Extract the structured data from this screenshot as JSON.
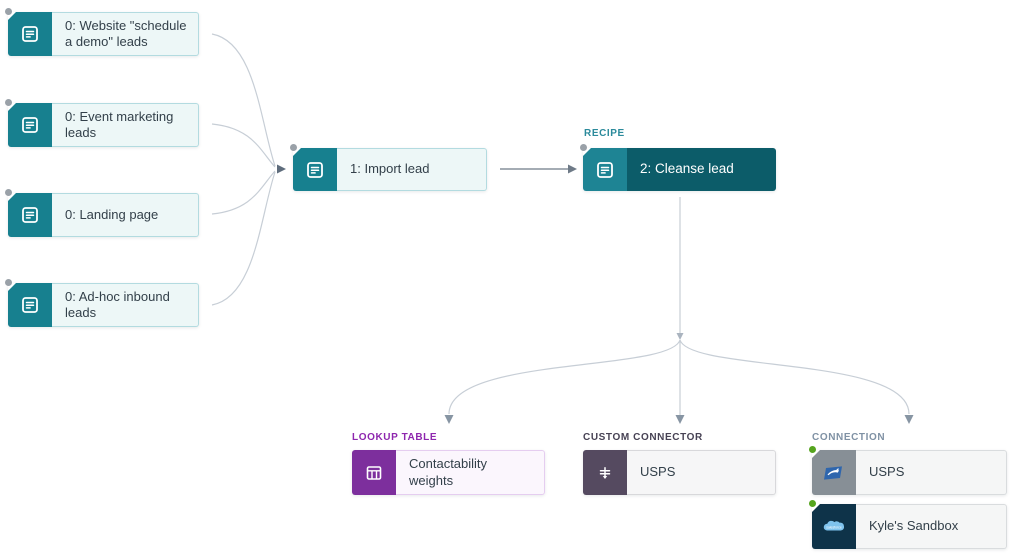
{
  "diagram": {
    "sources": [
      {
        "label": "0: Website \"schedule a demo\" leads",
        "icon": "document-icon",
        "status_dot": "gray"
      },
      {
        "label": "0: Event marketing leads",
        "icon": "document-icon",
        "status_dot": "gray"
      },
      {
        "label": "0: Landing page",
        "icon": "document-icon",
        "status_dot": "gray"
      },
      {
        "label": "0: Ad-hoc inbound leads",
        "icon": "document-icon",
        "status_dot": "gray"
      }
    ],
    "import_node": {
      "label": "1: Import lead",
      "icon": "document-icon",
      "status_dot": "gray"
    },
    "recipe": {
      "section_label": "RECIPE",
      "label": "2: Cleanse lead",
      "icon": "document-icon",
      "status_dot": "gray"
    },
    "lookup_table": {
      "section_label": "LOOKUP TABLE",
      "label": "Contactability weights",
      "icon": "table-icon"
    },
    "custom_connector": {
      "section_label": "CUSTOM CONNECTOR",
      "label": "USPS",
      "icon": "connector-icon"
    },
    "connection": {
      "section_label": "CONNECTION",
      "items": [
        {
          "label": "USPS",
          "icon": "usps-logo-icon",
          "status_dot": "green"
        },
        {
          "label": "Kyle's Sandbox",
          "icon": "salesforce-logo-icon",
          "status_dot": "green"
        }
      ]
    }
  },
  "colors": {
    "teal_icon": "#17808f",
    "teal_node_bg": "#edf7f7",
    "teal_node_border": "#b3dbe0",
    "recipe_dark_bg": "#0c5c69",
    "recipe_icon": "#1e8494",
    "recipe_label": "#2b8a9b",
    "lookup_icon": "#7d2f9d",
    "lookup_bg": "#fbf6fd",
    "lookup_label": "#8e27ae",
    "custom_icon": "#554a60",
    "custom_label": "#474254",
    "connection_label": "#7f91a4",
    "usps_icon_bg": "#878f96",
    "salesforce_icon_bg": "#0e3349",
    "status_green": "#55a41e",
    "status_gray": "#9aa1a8",
    "wire_light": "#c7ced6",
    "wire_dark": "#6e7a87"
  }
}
